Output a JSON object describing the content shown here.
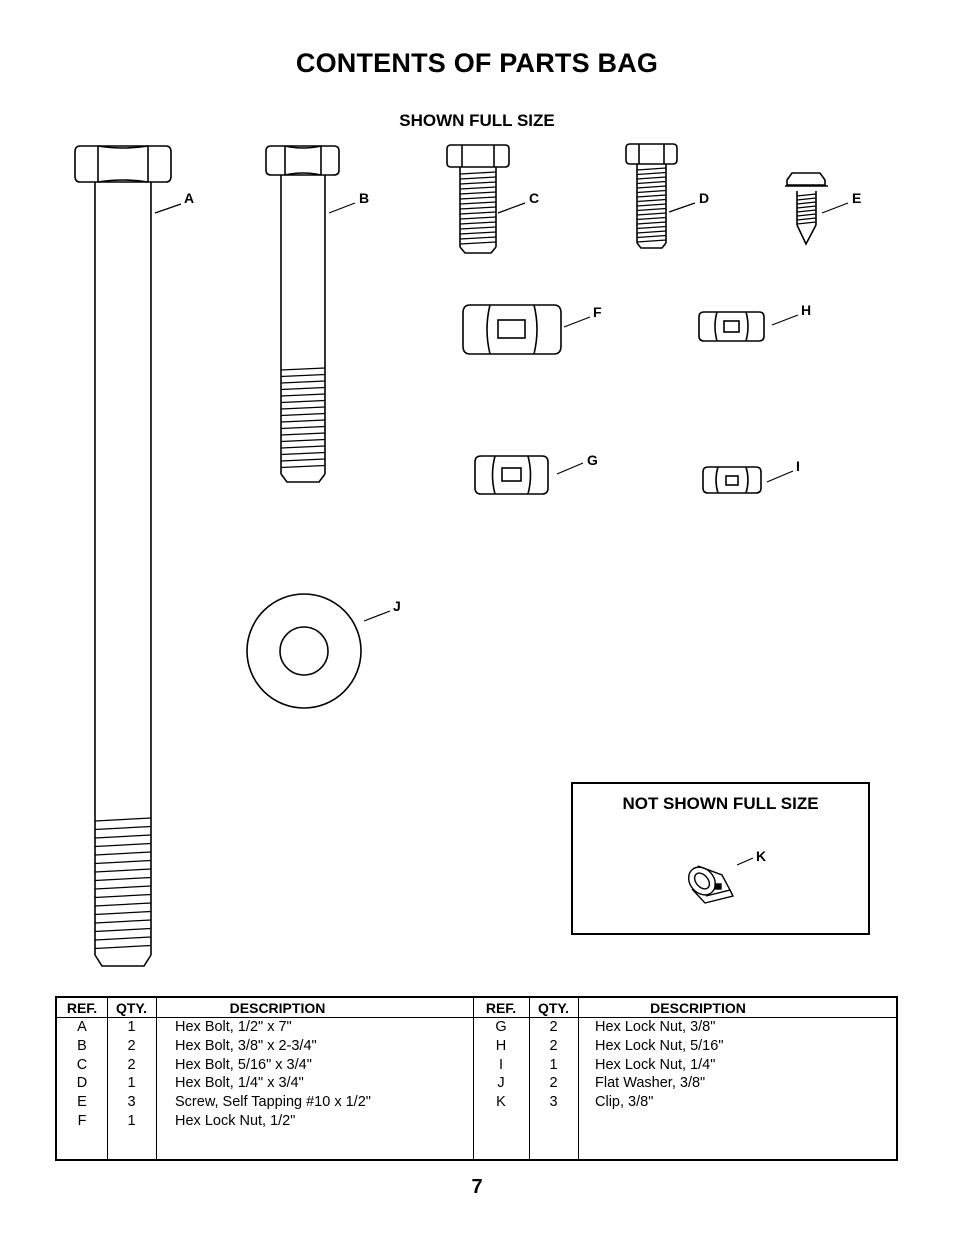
{
  "page": {
    "title": "CONTENTS OF PARTS BAG",
    "subtitle": "SHOWN FULL SIZE",
    "not_shown_title": "NOT SHOWN FULL SIZE",
    "page_number": "7"
  },
  "callouts": {
    "A": "A",
    "B": "B",
    "C": "C",
    "D": "D",
    "E": "E",
    "F": "F",
    "G": "G",
    "H": "H",
    "I": "I",
    "J": "J",
    "K": "K"
  },
  "table": {
    "headers": {
      "ref": "REF.",
      "qty": "QTY.",
      "desc": "DESCRIPTION"
    },
    "left": [
      {
        "ref": "A",
        "qty": "1",
        "desc": "Hex Bolt, 1/2\" x 7\""
      },
      {
        "ref": "B",
        "qty": "2",
        "desc": "Hex Bolt, 3/8\" x 2-3/4\""
      },
      {
        "ref": "C",
        "qty": "2",
        "desc": "Hex Bolt, 5/16\" x 3/4\""
      },
      {
        "ref": "D",
        "qty": "1",
        "desc": "Hex Bolt, 1/4\" x 3/4\""
      },
      {
        "ref": "E",
        "qty": "3",
        "desc": "Screw, Self Tapping #10 x 1/2\""
      },
      {
        "ref": "F",
        "qty": "1",
        "desc": "Hex Lock Nut, 1/2\""
      }
    ],
    "right": [
      {
        "ref": "G",
        "qty": "2",
        "desc": "Hex Lock Nut, 3/8\""
      },
      {
        "ref": "H",
        "qty": "2",
        "desc": "Hex Lock Nut, 5/16\""
      },
      {
        "ref": "I",
        "qty": "1",
        "desc": "Hex Lock Nut, 1/4\""
      },
      {
        "ref": "J",
        "qty": "2",
        "desc": "Flat Washer, 3/8\""
      },
      {
        "ref": "K",
        "qty": "3",
        "desc": "Clip, 3/8\""
      }
    ]
  }
}
